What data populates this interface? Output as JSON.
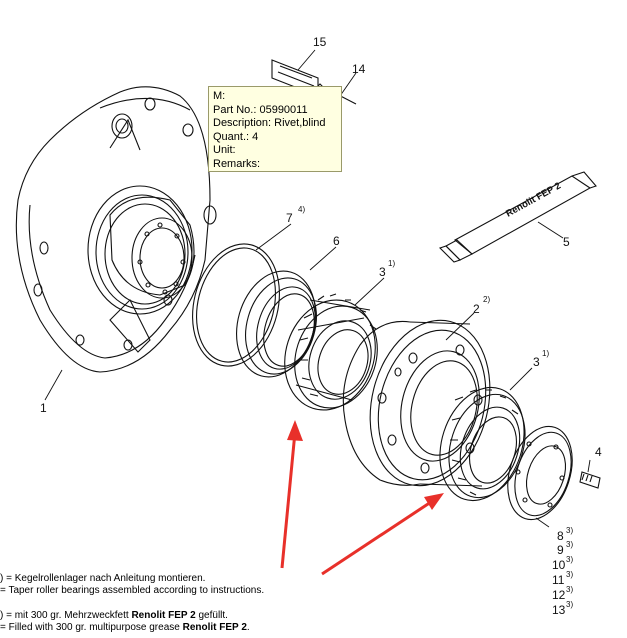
{
  "tooltip": {
    "m": "M:",
    "part_no": "Part No.: 05990011",
    "description": "Description: Rivet,blind",
    "quantity": "Quant.: 4",
    "unit": "Unit:",
    "remarks": "Remarks:"
  },
  "callouts": {
    "c1": "1",
    "c2": "2",
    "c2_sup": "2)",
    "c3a": "3",
    "c3a_sup": "1)",
    "c3b": "3",
    "c3b_sup": "1)",
    "c4": "4",
    "c5": "5",
    "c6": "6",
    "c7": "7",
    "c7_sup": "4)",
    "c14": "14",
    "c15": "15",
    "stack": [
      {
        "num": "8",
        "sup": "3)"
      },
      {
        "num": "9",
        "sup": "3)"
      },
      {
        "num": "10",
        "sup": "3)"
      },
      {
        "num": "11",
        "sup": "3)"
      },
      {
        "num": "12",
        "sup": "3)"
      },
      {
        "num": "13",
        "sup": "3)"
      }
    ]
  },
  "tube_label": "Renolit FEP 2",
  "notes": {
    "n1_de": ") = Kegelrollenlager nach Anleitung  montieren.",
    "n1_en": "  = Taper roller bearings assembled according to instructions.",
    "n2_de_pre": ") = mit 300 gr. Mehrzweckfett ",
    "n2_de_bold": "Renolit FEP 2",
    "n2_de_post": " gefüllt.",
    "n2_en_pre": "  = Filled with 300 gr. multipurpose grease ",
    "n2_en_bold": "Renolit FEP 2",
    "n2_en_post": "."
  },
  "colors": {
    "arrow": "#e8302a",
    "line": "#111111",
    "tooltip_bg": "#ffffe1"
  }
}
